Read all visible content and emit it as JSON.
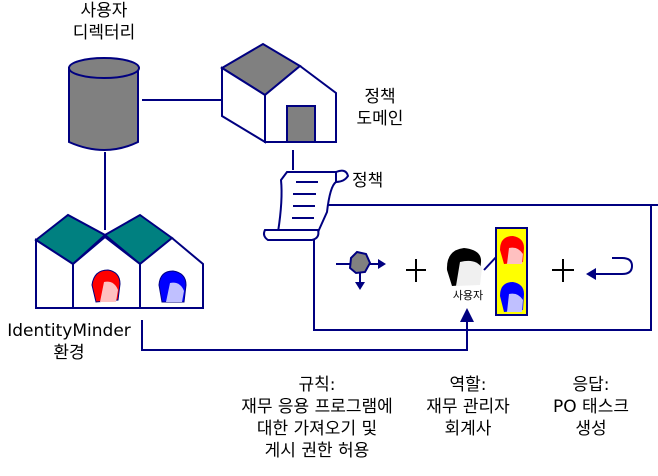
{
  "colors": {
    "line": "#000080",
    "gray_fill": "#808080",
    "roof_teal": "#008080",
    "highlight_yellow": "#ffff00",
    "user_red": "#ff0000",
    "user_blue": "#0000ff"
  },
  "user_directory": {
    "label_line1": "사용자",
    "label_line2": "디렉터리",
    "icon": "database-cylinder-icon"
  },
  "policy_domain": {
    "label_line1": "정책",
    "label_line2": "도메인",
    "icon": "house-icon"
  },
  "policy": {
    "label": "정책",
    "icon": "scroll-document-icon"
  },
  "environment": {
    "label_line1": "IdentityMinder",
    "label_line2": "환경",
    "icon": "houses-with-users-icon"
  },
  "policy_box": {
    "rule_icon": "decision-node-icon",
    "plus_symbol": "+",
    "user_label": "사용자",
    "roles_icon": "role-users-icon",
    "response_icon": "return-arrow-icon"
  },
  "captions": {
    "rule": {
      "title": "규칙:",
      "lines": [
        "재무 응용 프로그램에",
        "대한 가져오기 및",
        "게시 권한 허용"
      ]
    },
    "role": {
      "title": "역할:",
      "lines": [
        "재무 관리자",
        "회계사"
      ]
    },
    "response": {
      "title": "응답:",
      "lines": [
        "PO 태스크",
        "생성"
      ]
    }
  }
}
